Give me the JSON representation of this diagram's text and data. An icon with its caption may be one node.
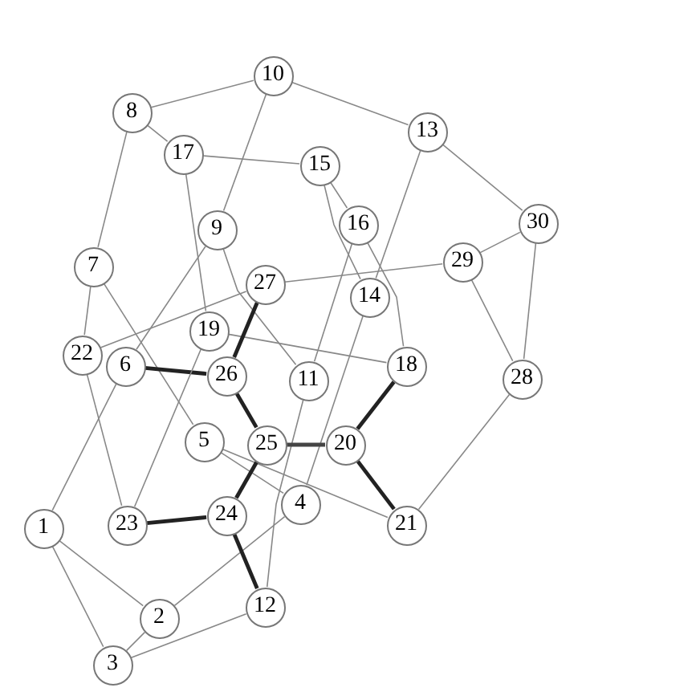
{
  "diagram": {
    "nodes": [
      {
        "text": [
          "1"
        ]
      },
      {
        "text": [
          "2"
        ]
      },
      {
        "text": [
          "3"
        ]
      },
      {
        "text": [
          "4"
        ]
      },
      {
        "text": [
          "5"
        ]
      },
      {
        "text": [
          "6"
        ]
      },
      {
        "text": [
          "7"
        ]
      },
      {
        "text": [
          "8"
        ]
      },
      {
        "text": [
          "9"
        ]
      },
      {
        "text": [
          "10"
        ]
      },
      {
        "text": [
          "11"
        ]
      },
      {
        "text": [
          "12"
        ]
      },
      {
        "text": [
          "13"
        ]
      },
      {
        "text": [
          "14"
        ]
      },
      {
        "text": [
          "15"
        ]
      },
      {
        "text": [
          "16"
        ]
      },
      {
        "text": [
          "17"
        ]
      },
      {
        "text": [
          "18"
        ]
      },
      {
        "text": [
          "19"
        ]
      },
      {
        "text": [
          "20"
        ]
      },
      {
        "text": [
          "21"
        ]
      },
      {
        "text": [
          "22"
        ]
      },
      {
        "text": [
          "23"
        ]
      },
      {
        "text": [
          "24"
        ]
      },
      {
        "text": [
          "25"
        ]
      },
      {
        "text": [
          "26"
        ]
      },
      {
        "text": [
          "27"
        ]
      },
      {
        "text": [
          "28"
        ]
      },
      {
        "text": [
          "29"
        ]
      },
      {
        "text": [
          "30"
        ]
      }
    ],
    "edges": [
      {
        "from": 0,
        "to": 1,
        "arrow": "none"
      },
      {
        "from": 0,
        "to": 2,
        "arrow": "none"
      },
      {
        "from": 0,
        "to": 5,
        "arrow": "none"
      },
      {
        "from": 1,
        "to": 2,
        "arrow": "none"
      },
      {
        "from": 1,
        "to": 3,
        "arrow": "none"
      },
      {
        "from": 2,
        "to": 11,
        "arrow": "none"
      },
      {
        "from": 3,
        "to": 4,
        "arrow": "none"
      },
      {
        "from": 3,
        "to": 13,
        "arrow": "none"
      },
      {
        "from": 4,
        "to": 6,
        "arrow": "none"
      },
      {
        "from": 4,
        "to": 20,
        "arrow": "none"
      },
      {
        "from": 5,
        "to": 8,
        "arrow": "none"
      },
      {
        "from": 5,
        "to": 25,
        "arrow": "none",
        "style": "thick",
        "color": "#222222"
      },
      {
        "from": 6,
        "to": 7,
        "arrow": "none"
      },
      {
        "from": 6,
        "to": 21,
        "arrow": "none"
      },
      {
        "from": 7,
        "to": 9,
        "arrow": "none"
      },
      {
        "from": 7,
        "to": 16,
        "arrow": "none"
      },
      {
        "from": 8,
        "to": 9,
        "arrow": "none"
      },
      {
        "from": 8,
        "to": 10,
        "arrow": "none"
      },
      {
        "from": 9,
        "to": 12,
        "arrow": "none"
      },
      {
        "from": 10,
        "to": 11,
        "arrow": "none"
      },
      {
        "from": 10,
        "to": 15,
        "arrow": "none"
      },
      {
        "from": 11,
        "to": 23,
        "arrow": "none",
        "style": "thick",
        "color": "#222222"
      },
      {
        "from": 12,
        "to": 13,
        "arrow": "none"
      },
      {
        "from": 12,
        "to": 29,
        "arrow": "none"
      },
      {
        "from": 13,
        "to": 14,
        "arrow": "none"
      },
      {
        "from": 14,
        "to": 15,
        "arrow": "none"
      },
      {
        "from": 14,
        "to": 16,
        "arrow": "none"
      },
      {
        "from": 15,
        "to": 17,
        "arrow": "none"
      },
      {
        "from": 16,
        "to": 18,
        "arrow": "none"
      },
      {
        "from": 17,
        "to": 18,
        "arrow": "none"
      },
      {
        "from": 17,
        "to": 19,
        "arrow": "none",
        "style": "thick",
        "color": "#222222"
      },
      {
        "from": 18,
        "to": 22,
        "arrow": "none"
      },
      {
        "from": 19,
        "to": 20,
        "arrow": "none",
        "style": "thick",
        "color": "#222222"
      },
      {
        "from": 19,
        "to": 24,
        "arrow": "none",
        "style": "thick",
        "color": "#444444"
      },
      {
        "from": 20,
        "to": 27,
        "arrow": "none"
      },
      {
        "from": 21,
        "to": 22,
        "arrow": "none"
      },
      {
        "from": 21,
        "to": 26,
        "arrow": "none"
      },
      {
        "from": 22,
        "to": 23,
        "arrow": "none",
        "style": "thick",
        "color": "#222222"
      },
      {
        "from": 23,
        "to": 24,
        "arrow": "none",
        "style": "thick",
        "color": "#222222"
      },
      {
        "from": 24,
        "to": 25,
        "arrow": "none",
        "style": "thick",
        "color": "#222222"
      },
      {
        "from": 25,
        "to": 26,
        "arrow": "none",
        "style": "thick",
        "color": "#222222"
      },
      {
        "from": 26,
        "to": 28,
        "arrow": "none"
      },
      {
        "from": 27,
        "to": 28,
        "arrow": "none"
      },
      {
        "from": 27,
        "to": 29,
        "arrow": "none"
      },
      {
        "from": 28,
        "to": 29,
        "arrow": "none"
      }
    ]
  }
}
